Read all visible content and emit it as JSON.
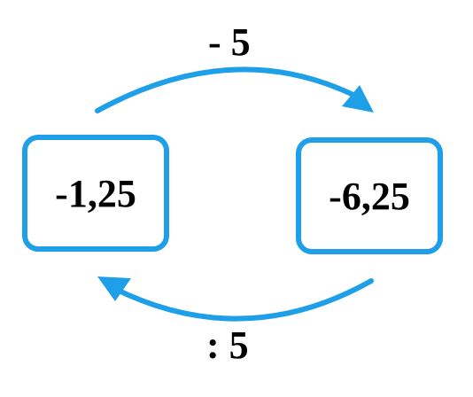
{
  "diagram": {
    "left_value": "-1,25",
    "right_value": "-6,25",
    "top_operation": "- 5",
    "bottom_operation": ": 5"
  },
  "colors": {
    "accent": "#1E9FE8",
    "text": "#000000",
    "background": "#FFFFFF"
  }
}
